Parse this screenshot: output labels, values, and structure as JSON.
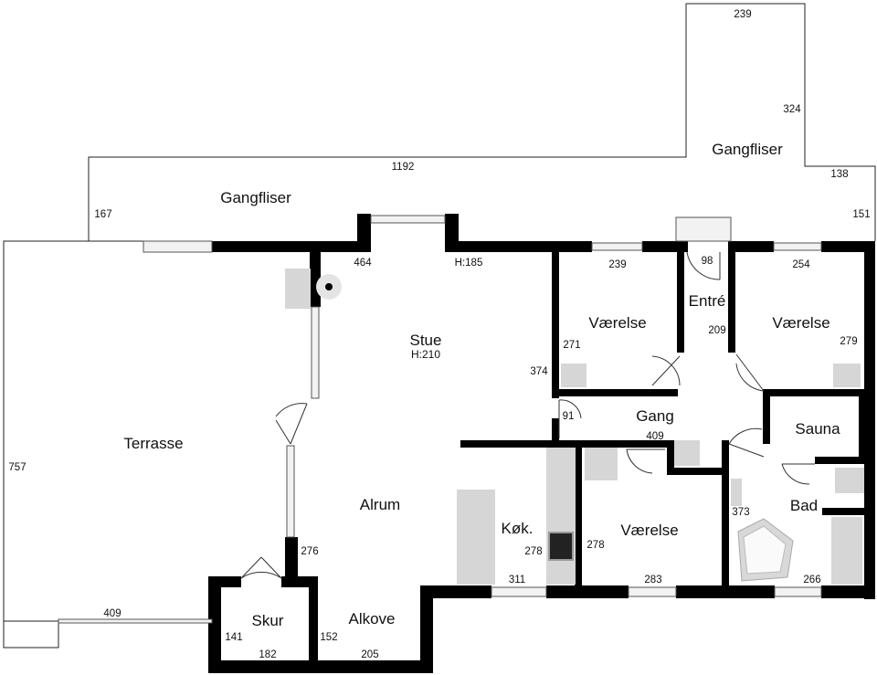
{
  "rooms": {
    "gangfliser_left": "Gangfliser",
    "gangfliser_right": "Gangfliser",
    "terrasse": "Terrasse",
    "stue": "Stue",
    "stue_height": "H:210",
    "alrum": "Alrum",
    "alkove": "Alkove",
    "skur": "Skur",
    "koekken": "Køk.",
    "vaerelse_1": "Værelse",
    "vaerelse_2": "Værelse",
    "vaerelse_3": "Værelse",
    "entre": "Entré",
    "gang": "Gang",
    "sauna": "Sauna",
    "bad": "Bad"
  },
  "dimensions": {
    "top_239": "239",
    "side_324": "324",
    "len_1192": "1192",
    "len_138": "138",
    "len_167": "167",
    "len_151": "151",
    "len_464": "464",
    "h185": "H:185",
    "v1_239": "239",
    "entre_98": "98",
    "v2_254": "254",
    "v1_271": "271",
    "entre_209": "209",
    "v2_279": "279",
    "stue_374": "374",
    "gang_91": "91",
    "gang_409": "409",
    "terrasse_757": "757",
    "alrum_276": "276",
    "koek_278": "278",
    "v3_278": "278",
    "bad_373": "373",
    "koek_311": "311",
    "v3_283": "283",
    "bad_266": "266",
    "terr_409": "409",
    "skur_141": "141",
    "skur_152": "152",
    "skur_182": "182",
    "alkove_205": "205"
  }
}
